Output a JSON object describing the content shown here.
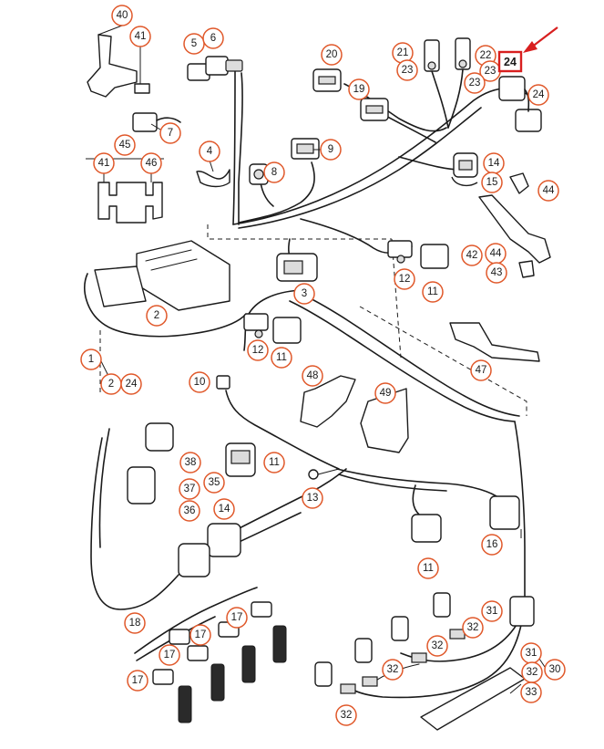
{
  "diagram": {
    "highlight": {
      "label": "24",
      "color": "#d81f1f"
    },
    "callout_color": "#e0582a",
    "callouts": [
      {
        "id": "c40",
        "label": "40"
      },
      {
        "id": "c41a",
        "label": "41"
      },
      {
        "id": "c5",
        "label": "5"
      },
      {
        "id": "c6",
        "label": "6"
      },
      {
        "id": "c7",
        "label": "7"
      },
      {
        "id": "c45",
        "label": "45"
      },
      {
        "id": "c41b",
        "label": "41"
      },
      {
        "id": "c46",
        "label": "46"
      },
      {
        "id": "c4",
        "label": "4"
      },
      {
        "id": "c8",
        "label": "8"
      },
      {
        "id": "c9",
        "label": "9"
      },
      {
        "id": "c20",
        "label": "20"
      },
      {
        "id": "c19",
        "label": "19"
      },
      {
        "id": "c21",
        "label": "21"
      },
      {
        "id": "c22",
        "label": "22"
      },
      {
        "id": "c23a",
        "label": "23"
      },
      {
        "id": "c23b",
        "label": "23"
      },
      {
        "id": "c23c",
        "label": "23"
      },
      {
        "id": "c24b",
        "label": "24"
      },
      {
        "id": "c14a",
        "label": "14"
      },
      {
        "id": "c15",
        "label": "15"
      },
      {
        "id": "c44a",
        "label": "44"
      },
      {
        "id": "c42",
        "label": "42"
      },
      {
        "id": "c44b",
        "label": "44"
      },
      {
        "id": "c43",
        "label": "43"
      },
      {
        "id": "c12a",
        "label": "12"
      },
      {
        "id": "c11a",
        "label": "11"
      },
      {
        "id": "c3",
        "label": "3"
      },
      {
        "id": "c2a",
        "label": "2"
      },
      {
        "id": "c12b",
        "label": "12"
      },
      {
        "id": "c11b",
        "label": "11"
      },
      {
        "id": "c47",
        "label": "47"
      },
      {
        "id": "c1",
        "label": "1"
      },
      {
        "id": "c2b",
        "label": "2"
      },
      {
        "id": "c24c",
        "label": "24"
      },
      {
        "id": "c10",
        "label": "10"
      },
      {
        "id": "c48",
        "label": "48"
      },
      {
        "id": "c49",
        "label": "49"
      },
      {
        "id": "c38",
        "label": "38"
      },
      {
        "id": "c11c",
        "label": "11"
      },
      {
        "id": "c37",
        "label": "37"
      },
      {
        "id": "c35",
        "label": "35"
      },
      {
        "id": "c13",
        "label": "13"
      },
      {
        "id": "c36",
        "label": "36"
      },
      {
        "id": "c14b",
        "label": "14"
      },
      {
        "id": "c11d",
        "label": "11"
      },
      {
        "id": "c16",
        "label": "16"
      },
      {
        "id": "c31a",
        "label": "31"
      },
      {
        "id": "c17a",
        "label": "17"
      },
      {
        "id": "c18",
        "label": "18"
      },
      {
        "id": "c17b",
        "label": "17"
      },
      {
        "id": "c17c",
        "label": "17"
      },
      {
        "id": "c17d",
        "label": "17"
      },
      {
        "id": "c32a",
        "label": "32"
      },
      {
        "id": "c32b",
        "label": "32"
      },
      {
        "id": "c32c",
        "label": "32"
      },
      {
        "id": "c32d",
        "label": "32"
      },
      {
        "id": "c31b",
        "label": "31"
      },
      {
        "id": "c32e",
        "label": "32"
      },
      {
        "id": "c30",
        "label": "30"
      },
      {
        "id": "c33",
        "label": "33"
      }
    ]
  }
}
